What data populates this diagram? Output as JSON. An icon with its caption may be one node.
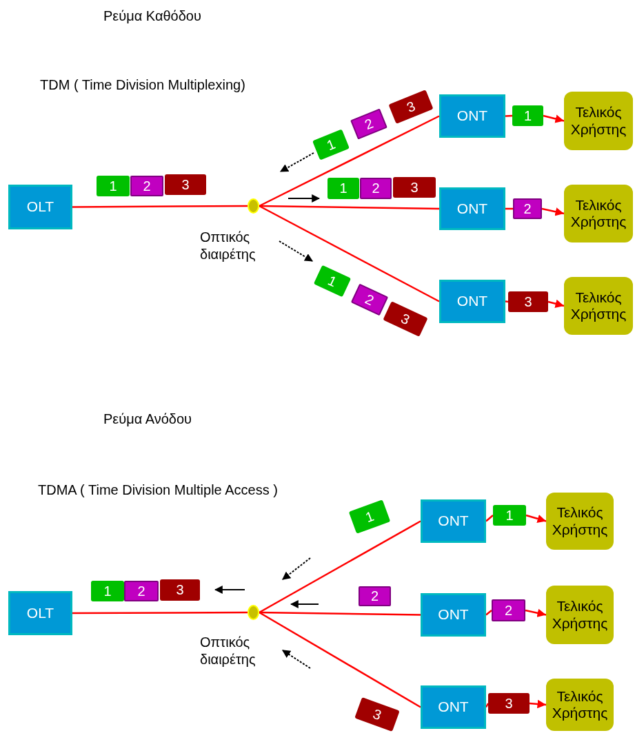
{
  "diagram": {
    "nodes": [
      {
        "text": [
          "OLT"
        ]
      },
      {
        "text": [],
        "shape": "circle",
        "beside": [
          "Οπτικός διαιρέτης"
        ]
      },
      {
        "text": [
          "ONT"
        ]
      },
      {
        "text": [
          "ONT"
        ]
      },
      {
        "text": [
          "ONT"
        ]
      },
      {
        "text": [
          "1"
        ]
      },
      {
        "text": [
          "2"
        ]
      },
      {
        "text": [
          "3"
        ]
      },
      {
        "text": [
          "Τελικός Χρήστης"
        ]
      },
      {
        "text": [
          "Τελικός Χρήστης"
        ]
      },
      {
        "text": [
          "Τελικός Χρήστης"
        ]
      },
      {
        "text": [
          "1"
        ]
      },
      {
        "text": [
          "2"
        ]
      },
      {
        "text": [
          "3"
        ]
      },
      {
        "text": [
          "1"
        ]
      },
      {
        "text": [
          "2"
        ]
      },
      {
        "text": [
          "3"
        ]
      },
      {
        "text": [
          "1"
        ]
      },
      {
        "text": [
          "2"
        ]
      },
      {
        "text": [
          "3"
        ]
      },
      {
        "text": [
          "1"
        ]
      },
      {
        "text": [
          "2"
        ]
      },
      {
        "text": [
          "3"
        ]
      },
      {
        "text": [
          "OLT"
        ]
      },
      {
        "text": [],
        "shape": "circle",
        "beside": [
          "Οπτικός διαιρέτης"
        ]
      },
      {
        "text": [
          "ONT"
        ]
      },
      {
        "text": [
          "ONT"
        ]
      },
      {
        "text": [
          "ONT"
        ]
      },
      {
        "text": [
          "1"
        ]
      },
      {
        "text": [
          "2"
        ]
      },
      {
        "text": [
          "3"
        ]
      },
      {
        "text": [
          "Τελικός Χρήστης"
        ]
      },
      {
        "text": [
          "Τελικός Χρήστης"
        ]
      },
      {
        "text": [
          "Τελικός Χρήστης"
        ]
      },
      {
        "text": [
          "1"
        ]
      },
      {
        "text": [
          "2"
        ]
      },
      {
        "text": [
          "3"
        ]
      },
      {
        "text": [
          "1"
        ]
      },
      {
        "text": [
          "2"
        ]
      },
      {
        "text": [
          "3"
        ]
      }
    ],
    "edges": [
      {
        "from": 0,
        "to": 1,
        "arrow": "none"
      },
      {
        "from": 1,
        "to": 2,
        "arrow": "none"
      },
      {
        "from": 1,
        "to": 3,
        "arrow": "none"
      },
      {
        "from": 1,
        "to": 4,
        "arrow": "none"
      },
      {
        "from": 2,
        "to": 5,
        "arrow": "none"
      },
      {
        "from": 5,
        "to": 8,
        "arrow": "to"
      },
      {
        "from": 3,
        "to": 6,
        "arrow": "none"
      },
      {
        "from": 6,
        "to": 9,
        "arrow": "to"
      },
      {
        "from": 4,
        "to": 7,
        "arrow": "none"
      },
      {
        "from": 7,
        "to": 10,
        "arrow": "to"
      },
      {
        "from": 23,
        "to": 24,
        "arrow": "none"
      },
      {
        "from": 24,
        "to": 25,
        "arrow": "none"
      },
      {
        "from": 24,
        "to": 26,
        "arrow": "none"
      },
      {
        "from": 24,
        "to": 27,
        "arrow": "none"
      },
      {
        "from": 25,
        "to": 28,
        "arrow": "none"
      },
      {
        "from": 28,
        "to": 31,
        "arrow": "to"
      },
      {
        "from": 26,
        "to": 29,
        "arrow": "none"
      },
      {
        "from": 29,
        "to": 32,
        "arrow": "to"
      },
      {
        "from": 27,
        "to": 30,
        "arrow": "none"
      },
      {
        "from": 30,
        "to": 33,
        "arrow": "to"
      }
    ],
    "labels": [
      "Ρεύμα Καθόδου",
      "TDM ( Time Division Multiplexing)",
      "Ρεύμα Ανόδου",
      "TDMA ( Time Division Multiple Access )"
    ]
  }
}
